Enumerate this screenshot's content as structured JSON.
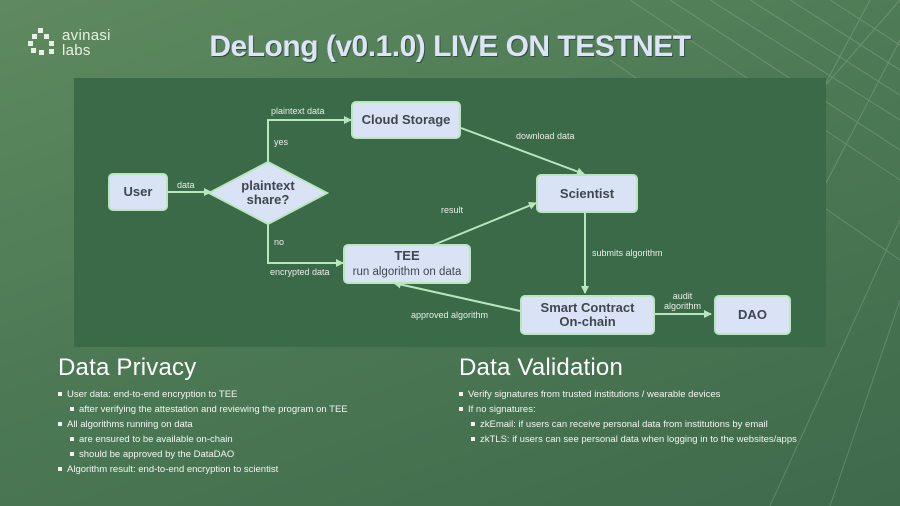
{
  "brand": {
    "line1": "avinasi",
    "line2": "labs"
  },
  "title": "DeLong (v0.1.0) LIVE ON TESTNET",
  "diagram": {
    "nodes": {
      "user": "User",
      "decision_line1": "plaintext",
      "decision_line2": "share?",
      "cloud": "Cloud Storage",
      "scientist": "Scientist",
      "tee_title": "TEE",
      "tee_sub": "run algorithm on data",
      "contract_line1": "Smart Contract",
      "contract_line2": "On-chain",
      "dao": "DAO"
    },
    "edges": {
      "data": "data",
      "plaintext_data": "plaintext data",
      "yes": "yes",
      "no": "no",
      "encrypted_data": "encrypted data",
      "download_data": "download data",
      "result": "result",
      "submits_algorithm": "submits algorithm",
      "approved_algorithm": "approved algorithm",
      "audit_line1": "audit",
      "audit_line2": "algorithm"
    },
    "colors": {
      "node_fill": "#d9e3f5",
      "node_border": "#b9e7bd",
      "edge": "#b9e7bd",
      "panel": "#3b6a48"
    }
  },
  "privacy": {
    "heading": "Data Privacy",
    "items": [
      {
        "level": 1,
        "text": "User data: end-to-end encryption to TEE"
      },
      {
        "level": 2,
        "text": "after verifying the attestation and reviewing the program on TEE"
      },
      {
        "level": 1,
        "text": "All algorithms running on data"
      },
      {
        "level": 2,
        "text": "are ensured to be available on-chain"
      },
      {
        "level": 2,
        "text": "should be approved by the DataDAO"
      },
      {
        "level": 1,
        "text": "Algorithm result: end-to-end encryption to scientist"
      }
    ]
  },
  "validation": {
    "heading": "Data Validation",
    "items": [
      {
        "level": 1,
        "text": "Verify signatures from trusted institutions / wearable devices"
      },
      {
        "level": 1,
        "text": "If no signatures:"
      },
      {
        "level": 2,
        "text": "zkEmail: if users can receive personal data from institutions by email"
      },
      {
        "level": 2,
        "text": "zkTLS: if users can see personal data when logging in to the websites/apps"
      }
    ]
  }
}
